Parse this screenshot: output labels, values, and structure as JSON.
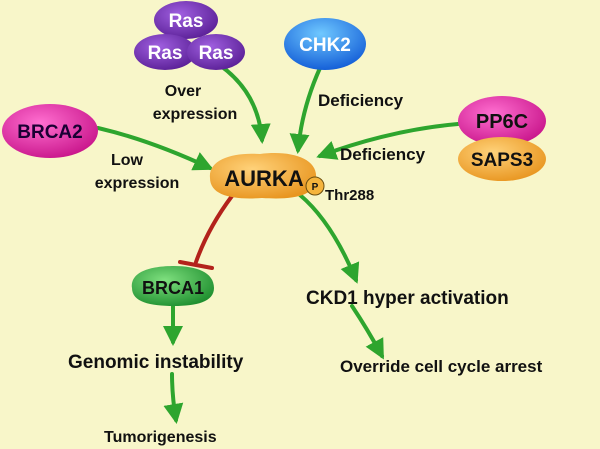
{
  "colors": {
    "background": "#f8f6c9",
    "arrow_green": "#2ea52e",
    "inhibit_red": "#b3221b",
    "ras_purple": "#6a2aa8",
    "chk2_blue": "#1f78e8",
    "brca2_pink": "#e0209a",
    "pp6c_pink": "#e22aa6",
    "saps3_orange": "#f2a52a",
    "aurka_orange": "#f0a93b",
    "brca1_green": "#2fa83a"
  },
  "nodes": {
    "ras_top": "Ras",
    "ras_left": "Ras",
    "ras_right": "Ras",
    "chk2": "CHK2",
    "brca2": "BRCA2",
    "pp6c": "PP6C",
    "saps3": "SAPS3",
    "aurka": "AURKA",
    "phospho": "P",
    "brca1": "BRCA1"
  },
  "labels": {
    "over": "Over",
    "expression_over": "expression",
    "deficiency_chk2": "Deficiency",
    "deficiency_pp6c": "Deficiency",
    "low": "Low",
    "expression_low": "expression",
    "thr288": "Thr288",
    "cdk1": "CKD1 hyper activation",
    "override": "Override cell cycle arrest",
    "genomic": "Genomic instability",
    "tumorigenesis": "Tumorigenesis"
  }
}
